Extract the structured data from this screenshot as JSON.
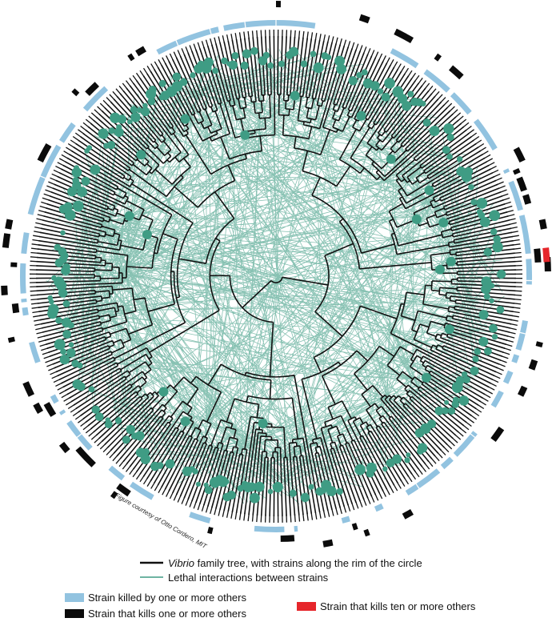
{
  "credit": "Figure courtesy of Otto Cordero, MIT",
  "colors": {
    "tree": "#111111",
    "interaction": "#3f9c84",
    "killed": "#92c3e0",
    "kills": "#0b0b0b",
    "kills_ten": "#e6262b"
  },
  "legend": {
    "tree_prefix": "Vibrio",
    "tree_suffix": " family tree, with strains along the rim of the circle",
    "interactions": "Lethal interactions between strains",
    "killed": "Strain killed by one or more others",
    "kills": "Strain that kills one or more others",
    "kills_ten": "Strain that kills ten or more others"
  }
}
